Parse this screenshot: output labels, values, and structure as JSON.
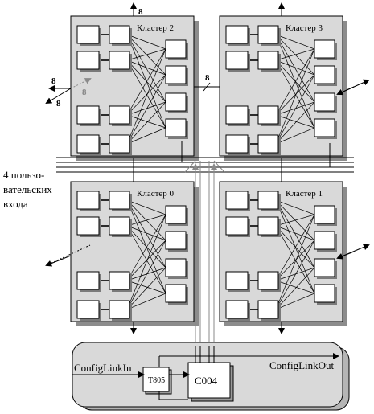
{
  "clusters": [
    {
      "label": "Кластер 2"
    },
    {
      "label": "Кластер 3"
    },
    {
      "label": "Кластер 0"
    },
    {
      "label": "Кластер 1"
    }
  ],
  "user_inputs": {
    "line1": "4 пользо-",
    "line2": "вательских",
    "line3": "входа"
  },
  "link_width_labels": {
    "top": "8",
    "mid": "8",
    "left_a": "8",
    "left_b": "8",
    "left_c": "8"
  },
  "config": {
    "link_in": "ConfigLinkIn",
    "link_out": "ConfigLinkOut",
    "t805": "T805",
    "c004": "C004"
  },
  "colors": {
    "cluster_fill": "#d9d9d9",
    "box_fill": "#ffffff",
    "grey_link": "#8a8a8a"
  }
}
